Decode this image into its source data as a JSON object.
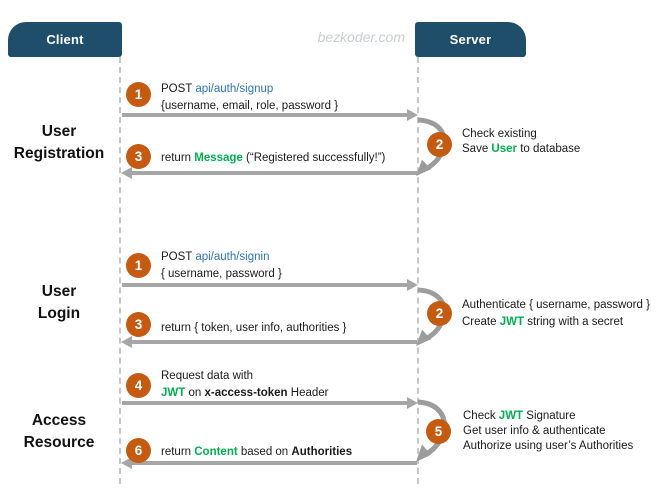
{
  "watermark": "bezkoder.com",
  "actors": {
    "client": "Client",
    "server": "Server"
  },
  "colors": {
    "header_bg": "#1f4e6b",
    "step_circle": "#c55a11",
    "highlight_green": "#00b050",
    "link_blue": "#2e75b6",
    "arrow_gray": "#a6a6a6"
  },
  "sections": [
    {
      "label": [
        "User",
        "Registration"
      ],
      "request": {
        "step": "1",
        "line1": [
          "POST ",
          "api/auth/signup"
        ],
        "line2": [
          "{username, email, role, password }"
        ]
      },
      "server": {
        "step": "2",
        "line1": [
          "Check existing"
        ],
        "line2": [
          "Save ",
          "User",
          " to database"
        ]
      },
      "response": {
        "step": "3",
        "line": [
          "return ",
          "Message",
          " (“Registered successfully!”)"
        ]
      }
    },
    {
      "label": [
        "User",
        "Login"
      ],
      "request": {
        "step": "1",
        "line1": [
          "POST ",
          "api/auth/signin"
        ],
        "line2": [
          "{ username, password }"
        ]
      },
      "server": {
        "step": "2",
        "line1": [
          "Authenticate { username, password }"
        ],
        "line2": [
          "Create ",
          "JWT",
          " string with a secret"
        ]
      },
      "response": {
        "step": "3",
        "line": [
          "return { token, user info, authorities }"
        ]
      }
    },
    {
      "label": [
        "Access",
        "Resource"
      ],
      "request": {
        "step": "4",
        "line1": [
          "Request data with"
        ],
        "line2": [
          "JWT",
          " on ",
          "x-access-token",
          " Header"
        ]
      },
      "server": {
        "step": "5",
        "line1": [
          "Check ",
          "JWT",
          " Signature"
        ],
        "line2": [
          "Get user info & authenticate"
        ],
        "line3": [
          "Authorize using user’s Authorities"
        ]
      },
      "response": {
        "step": "6",
        "line": [
          "return ",
          "Content",
          " based on ",
          "Authorities"
        ]
      }
    }
  ]
}
